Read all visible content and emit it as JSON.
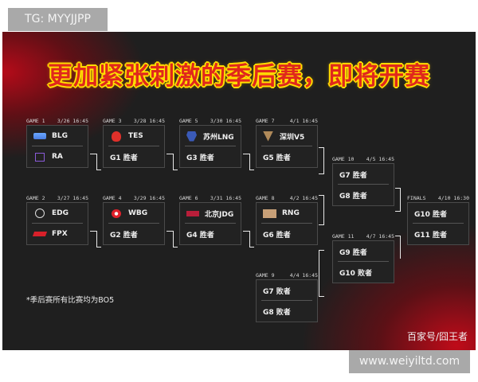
{
  "watermark_top": "TG: MYYJJPP",
  "watermark_bottom": "www.weiyiltd.com",
  "poster": {
    "title": "更加紧张刺激的季后赛，即将开赛",
    "note": "*季后赛所有比赛均为BO5",
    "credit": "百家号/囧王者",
    "colors": {
      "background": "#1f1f1f",
      "accent_red": "#c0101e",
      "title_fill": "#e0281c",
      "title_outline": "#ffe600"
    }
  },
  "matches": [
    {
      "game": "GAME 1",
      "date": "3/26",
      "time": "16:45",
      "slots": [
        {
          "team": "BLG",
          "logo": "blg-logo"
        },
        {
          "team": "RA",
          "logo": "ra-logo"
        }
      ]
    },
    {
      "game": "GAME 2",
      "date": "3/27",
      "time": "16:45",
      "slots": [
        {
          "team": "EDG",
          "logo": "edg-logo"
        },
        {
          "team": "FPX",
          "logo": "fpx-logo"
        }
      ]
    },
    {
      "game": "GAME 3",
      "date": "3/28",
      "time": "16:45",
      "slots": [
        {
          "team": "TES",
          "logo": "tes-logo"
        },
        {
          "team": "G1 胜者"
        }
      ]
    },
    {
      "game": "GAME 4",
      "date": "3/29",
      "time": "16:45",
      "slots": [
        {
          "team": "WBG",
          "logo": "wbg-logo"
        },
        {
          "team": "G2 胜者"
        }
      ]
    },
    {
      "game": "GAME 5",
      "date": "3/30",
      "time": "16:45",
      "slots": [
        {
          "team": "苏州LNG",
          "logo": "lng-logo"
        },
        {
          "team": "G3 胜者"
        }
      ]
    },
    {
      "game": "GAME 6",
      "date": "3/31",
      "time": "16:45",
      "slots": [
        {
          "team": "北京JDG",
          "logo": "jdg-logo"
        },
        {
          "team": "G4 胜者"
        }
      ]
    },
    {
      "game": "GAME 7",
      "date": "4/1",
      "time": "16:45",
      "slots": [
        {
          "team": "深圳V5",
          "logo": "v5-logo"
        },
        {
          "team": "G5 胜者"
        }
      ]
    },
    {
      "game": "GAME 8",
      "date": "4/2",
      "time": "16:45",
      "slots": [
        {
          "team": "RNG",
          "logo": "rng-logo"
        },
        {
          "team": "G6 胜者"
        }
      ]
    },
    {
      "game": "GAME 9",
      "date": "4/4",
      "time": "16:45",
      "slots": [
        {
          "team": "G7 败者"
        },
        {
          "team": "G8 败者"
        }
      ]
    },
    {
      "game": "GAME 10",
      "date": "4/5",
      "time": "16:45",
      "slots": [
        {
          "team": "G7 胜者"
        },
        {
          "team": "G8 胜者"
        }
      ]
    },
    {
      "game": "GAME 11",
      "date": "4/7",
      "time": "16:45",
      "slots": [
        {
          "team": "G9 胜者"
        },
        {
          "team": "G10 败者"
        }
      ]
    },
    {
      "game": "FINALS",
      "date": "4/10",
      "time": "16:30",
      "slots": [
        {
          "team": "G10 胜者"
        },
        {
          "team": "G11 胜者"
        }
      ]
    }
  ]
}
